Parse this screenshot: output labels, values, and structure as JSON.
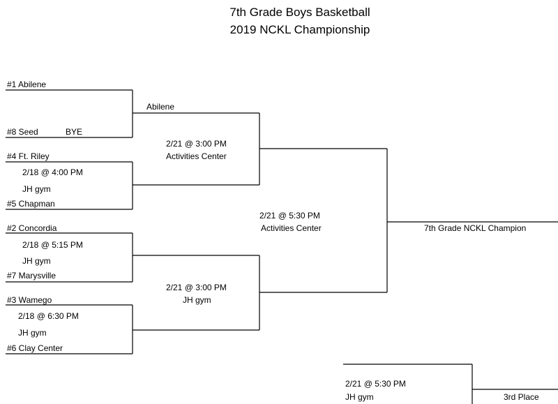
{
  "title": {
    "line1": "7th Grade Boys Basketball",
    "line2": "2019 NCKL Championship"
  },
  "round1": {
    "m1": {
      "top": "#1 Abilene",
      "bottom": "#8 Seed",
      "bye": "BYE"
    },
    "m2": {
      "top": "#4 Ft. Riley",
      "date": "2/18 @ 4:00 PM",
      "venue": "JH gym",
      "bottom": "#5 Chapman"
    },
    "m3": {
      "top": "#2 Concordia",
      "date": "2/18 @ 5:15  PM",
      "venue": "JH gym",
      "bottom": "#7 Marysville"
    },
    "m4": {
      "top": "#3 Wamego",
      "date": "2/18 @ 6:30  PM",
      "venue": "JH gym",
      "bottom": "#6 Clay Center"
    }
  },
  "round2": {
    "s1": {
      "advancer": "Abilene",
      "date": "2/21 @ 3:00 PM",
      "venue": "Activities Center"
    },
    "s2": {
      "date": "2/21 @ 3:00 PM",
      "venue": "JH gym"
    }
  },
  "final": {
    "date": "2/21 @ 5:30 PM",
    "venue": "Activities Center",
    "champion_label": "7th Grade NCKL Champion"
  },
  "third_place": {
    "date": "2/21 @ 5:30 PM",
    "venue": "JH gym",
    "label": "3rd Place"
  }
}
